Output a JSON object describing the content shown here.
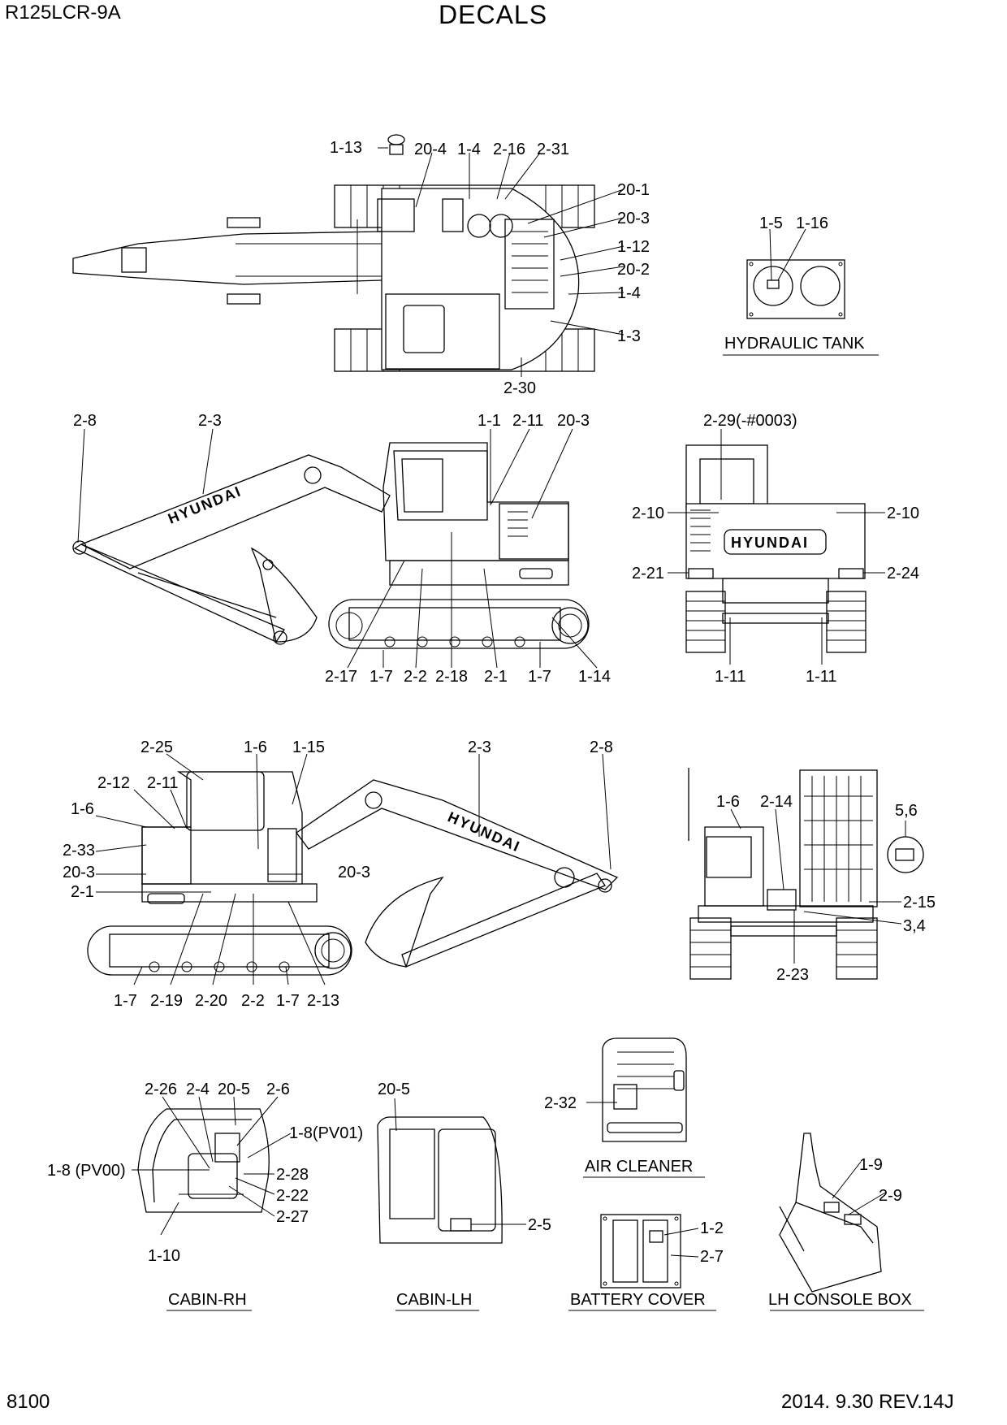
{
  "header": {
    "model": "R125LCR-9A",
    "title": "DECALS"
  },
  "footer": {
    "page_number": "8100",
    "revision": "2014. 9.30  REV.14J"
  },
  "captions": {
    "hydraulic_tank": "HYDRAULIC TANK",
    "air_cleaner": "AIR CLEANER",
    "cabin_rh": "CABIN-RH",
    "cabin_lh": "CABIN-LH",
    "battery_cover": "BATTERY COVER",
    "lh_console_box": "LH CONSOLE BOX"
  },
  "brand_marks": {
    "boom": "HYUNDAI",
    "counterweight": "HYUNDAI"
  },
  "callouts": {
    "top_view": [
      "1-13",
      "20-4",
      "1-4",
      "2-16",
      "2-31",
      "20-1",
      "20-3",
      "1-12",
      "20-2",
      "1-4",
      "1-3",
      "2-30"
    ],
    "hydraulic_tank": [
      "1-5",
      "1-16"
    ],
    "left_side": [
      "2-8",
      "2-3",
      "1-1",
      "2-11",
      "20-3",
      "2-17",
      "1-7",
      "2-2",
      "2-18",
      "2-1",
      "1-7",
      "1-14"
    ],
    "rear_view": [
      "2-29(-#0003)",
      "2-10",
      "2-10",
      "2-21",
      "2-24",
      "1-11",
      "1-11"
    ],
    "right_side": [
      "2-25",
      "1-6",
      "1-15",
      "2-3",
      "2-8",
      "2-12",
      "2-11",
      "1-6",
      "2-33",
      "20-3",
      "20-3",
      "2-1",
      "1-7",
      "2-19",
      "2-20",
      "2-2",
      "1-7",
      "2-13"
    ],
    "front_view": [
      "1-6",
      "2-14",
      "5,6",
      "2-15",
      "3,4",
      "2-23"
    ],
    "cabin_rh": [
      "2-26",
      "2-4",
      "20-5",
      "2-6",
      "1-8(PV01)",
      "1-8 (PV00)",
      "2-28",
      "2-22",
      "2-27",
      "1-10"
    ],
    "cabin_lh": [
      "20-5",
      "2-5"
    ],
    "air_cleaner": [
      "2-32"
    ],
    "battery_cover": [
      "1-2",
      "2-7"
    ],
    "lh_console_box": [
      "1-9",
      "2-9"
    ]
  }
}
